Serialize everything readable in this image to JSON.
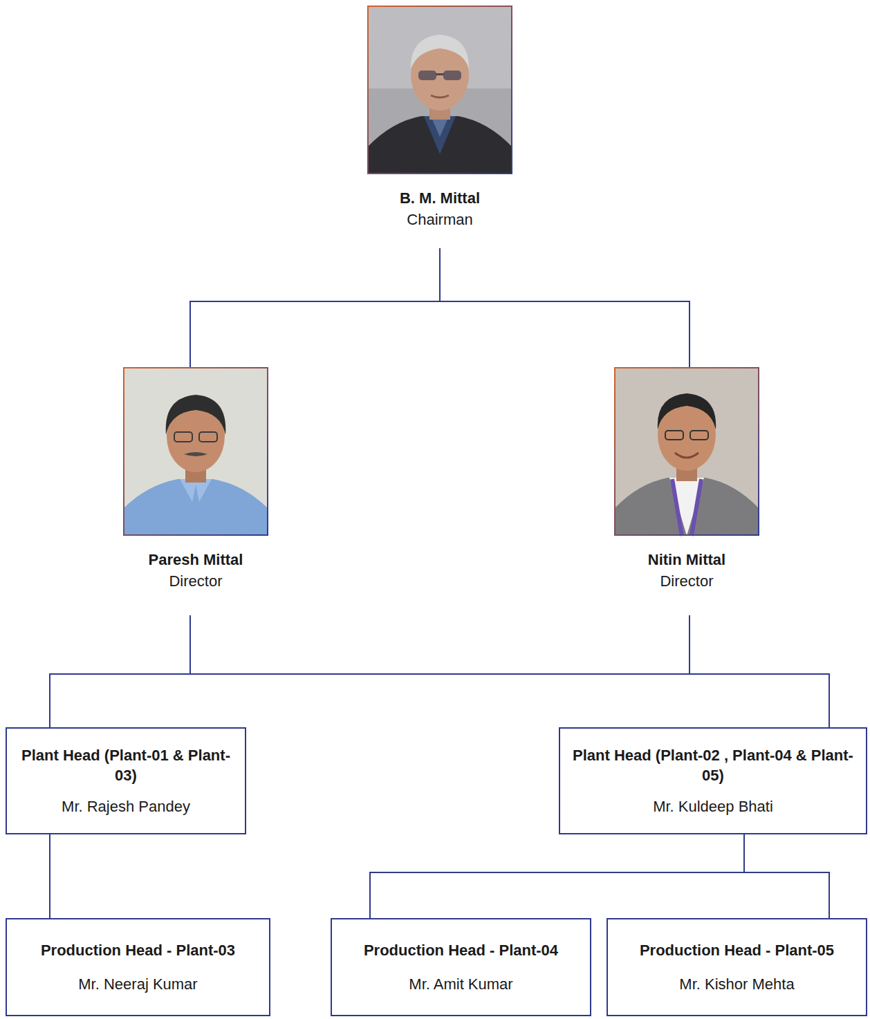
{
  "diagram": {
    "nodes": [
      {
        "text": [
          "B. M. Mittal",
          "Chairman"
        ]
      },
      {
        "text": [
          "Paresh Mittal",
          "Director"
        ]
      },
      {
        "text": [
          "Nitin Mittal",
          "Director"
        ]
      },
      {
        "text": [
          "Plant Head (Plant-01 & Plant-03)",
          "Mr. Rajesh Pandey"
        ]
      },
      {
        "text": [
          "Plant Head (Plant-02 , Plant-04 & Plant-05)",
          "Mr. Kuldeep Bhati"
        ]
      },
      {
        "text": [
          "Production Head - Plant-03",
          "Mr. Neeraj Kumar"
        ]
      },
      {
        "text": [
          "Production Head - Plant-04",
          "Mr. Amit Kumar"
        ]
      },
      {
        "text": [
          "Production Head - Plant-05",
          "Mr. Kishor Mehta"
        ]
      }
    ],
    "edges": [
      {
        "from": 0,
        "to": 1,
        "arrow": "none"
      },
      {
        "from": 0,
        "to": 2,
        "arrow": "none"
      },
      {
        "from": 1,
        "to": 3,
        "arrow": "none"
      },
      {
        "from": 1,
        "to": 4,
        "arrow": "none"
      },
      {
        "from": 2,
        "to": 3,
        "arrow": "none"
      },
      {
        "from": 2,
        "to": 4,
        "arrow": "none"
      },
      {
        "from": 3,
        "to": 5,
        "arrow": "none"
      },
      {
        "from": 4,
        "to": 6,
        "arrow": "none"
      },
      {
        "from": 4,
        "to": 7,
        "arrow": "none"
      }
    ]
  }
}
